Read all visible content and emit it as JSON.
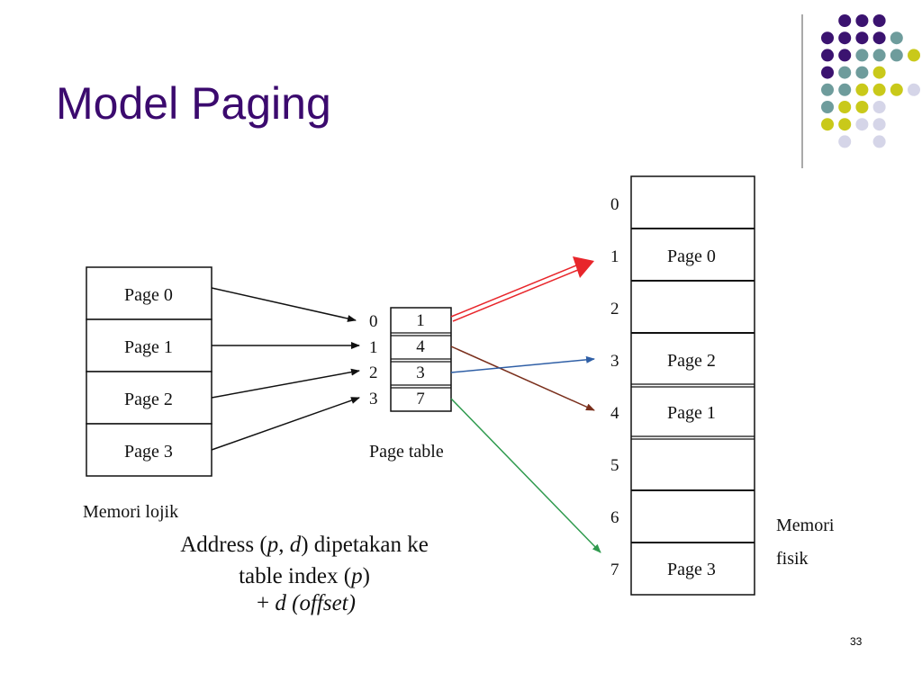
{
  "slide": {
    "title": "Model Paging",
    "slide_number": "33"
  },
  "colors": {
    "title": "#3b0a6e",
    "dot_purple": "#3b1370",
    "dot_teal": "#6e9c9c",
    "dot_yellow": "#c9c91a",
    "dot_light": "#d5d5e8",
    "arrow_red": "#e8262b",
    "arrow_brown": "#7a2f1c",
    "arrow_blue": "#2f5fa6",
    "arrow_green": "#2f9a4e"
  },
  "logical_memory": {
    "pages": [
      "Page 0",
      "Page 1",
      "Page 2",
      "Page 3"
    ],
    "caption": "Memori lojik"
  },
  "page_table": {
    "indices": [
      "0",
      "1",
      "2",
      "3"
    ],
    "frames": [
      "1",
      "4",
      "3",
      "7"
    ],
    "caption": "Page table"
  },
  "physical_memory": {
    "frame_numbers": [
      "0",
      "1",
      "2",
      "3",
      "4",
      "5",
      "6",
      "7"
    ],
    "contents": [
      "",
      "Page 0",
      "",
      "Page 2",
      "Page 1",
      "",
      "",
      "Page 3"
    ],
    "caption_line1": "Memori",
    "caption_line2": "fisik"
  },
  "note": {
    "line1_prefix": "Address (",
    "line1_p": "p",
    "line1_comma": ", ",
    "line1_d": "d",
    "line1_suffix": ") dipetakan ke",
    "line2_prefix": "table index (",
    "line2_p": "p",
    "line2_suffix": ")",
    "line3_plus": "+ ",
    "line3_d": "d",
    "line3_offset": " (offset)"
  }
}
